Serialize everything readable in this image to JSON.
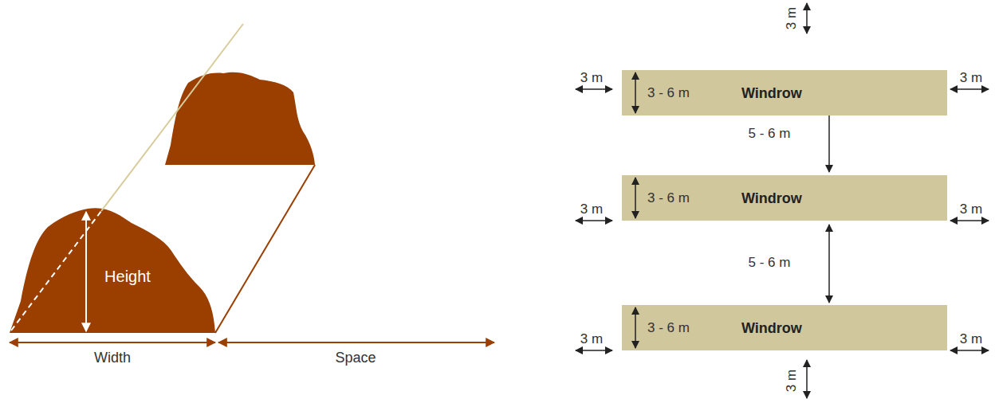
{
  "diagram": {
    "nodes": [
      {
        "text": [
          "3 - 6 m",
          "Windrow"
        ]
      },
      {
        "text": [
          "3 - 6 m",
          "Windrow"
        ]
      },
      {
        "text": [
          "3 - 6 m",
          "Windrow"
        ]
      }
    ],
    "labels": [
      "Height",
      "Width",
      "Space",
      "3 m",
      "3 m",
      "3 m",
      "5 - 6 m",
      "3 m",
      "3 m",
      "5 - 6 m",
      "3 m",
      "3 m",
      "3 m"
    ]
  }
}
